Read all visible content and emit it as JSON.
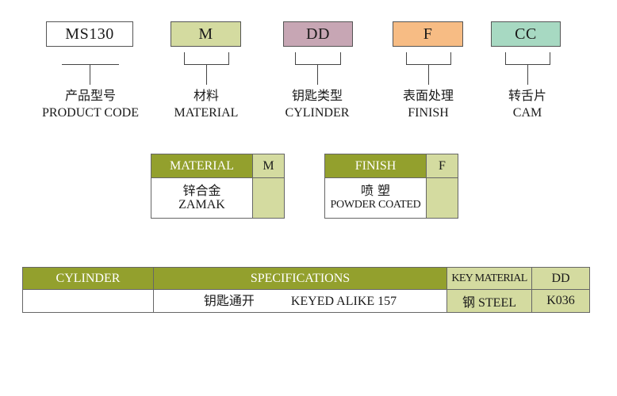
{
  "codes": [
    {
      "code": "MS130",
      "zh": "产品型号",
      "en": "PRODUCT CODE",
      "fill": "#ffffff"
    },
    {
      "code": "M",
      "zh": "材料",
      "en": "MATERIAL",
      "fill": "#d4dba0"
    },
    {
      "code": "DD",
      "zh": "钥匙类型",
      "en": "CYLINDER",
      "fill": "#c7a6b4"
    },
    {
      "code": "F",
      "zh": "表面处理",
      "en": "FINISH",
      "fill": "#f7bc84"
    },
    {
      "code": "CC",
      "zh": "转舌片",
      "en": "CAM",
      "fill": "#a7d9c2"
    }
  ],
  "material_table": {
    "header": "MATERIAL",
    "code": "M",
    "value_zh": "锌合金",
    "value_en": "ZAMAK"
  },
  "finish_table": {
    "header": "FINISH",
    "code": "F",
    "value_zh": "喷 塑",
    "value_en": "POWDER COATED"
  },
  "spec_table": {
    "headers": [
      "CYLINDER",
      "SPECIFICATIONS",
      "KEY MATERIAL",
      "DD"
    ],
    "row": {
      "cylinder": "",
      "spec_zh": "钥匙通开",
      "spec_en": "KEYED ALIKE 157",
      "key_zh": "钢",
      "key_en": "STEEL",
      "code": "K036"
    }
  },
  "colors": {
    "header_green": "#93a02d",
    "light_green": "#d4dba0",
    "border": "#666666"
  }
}
